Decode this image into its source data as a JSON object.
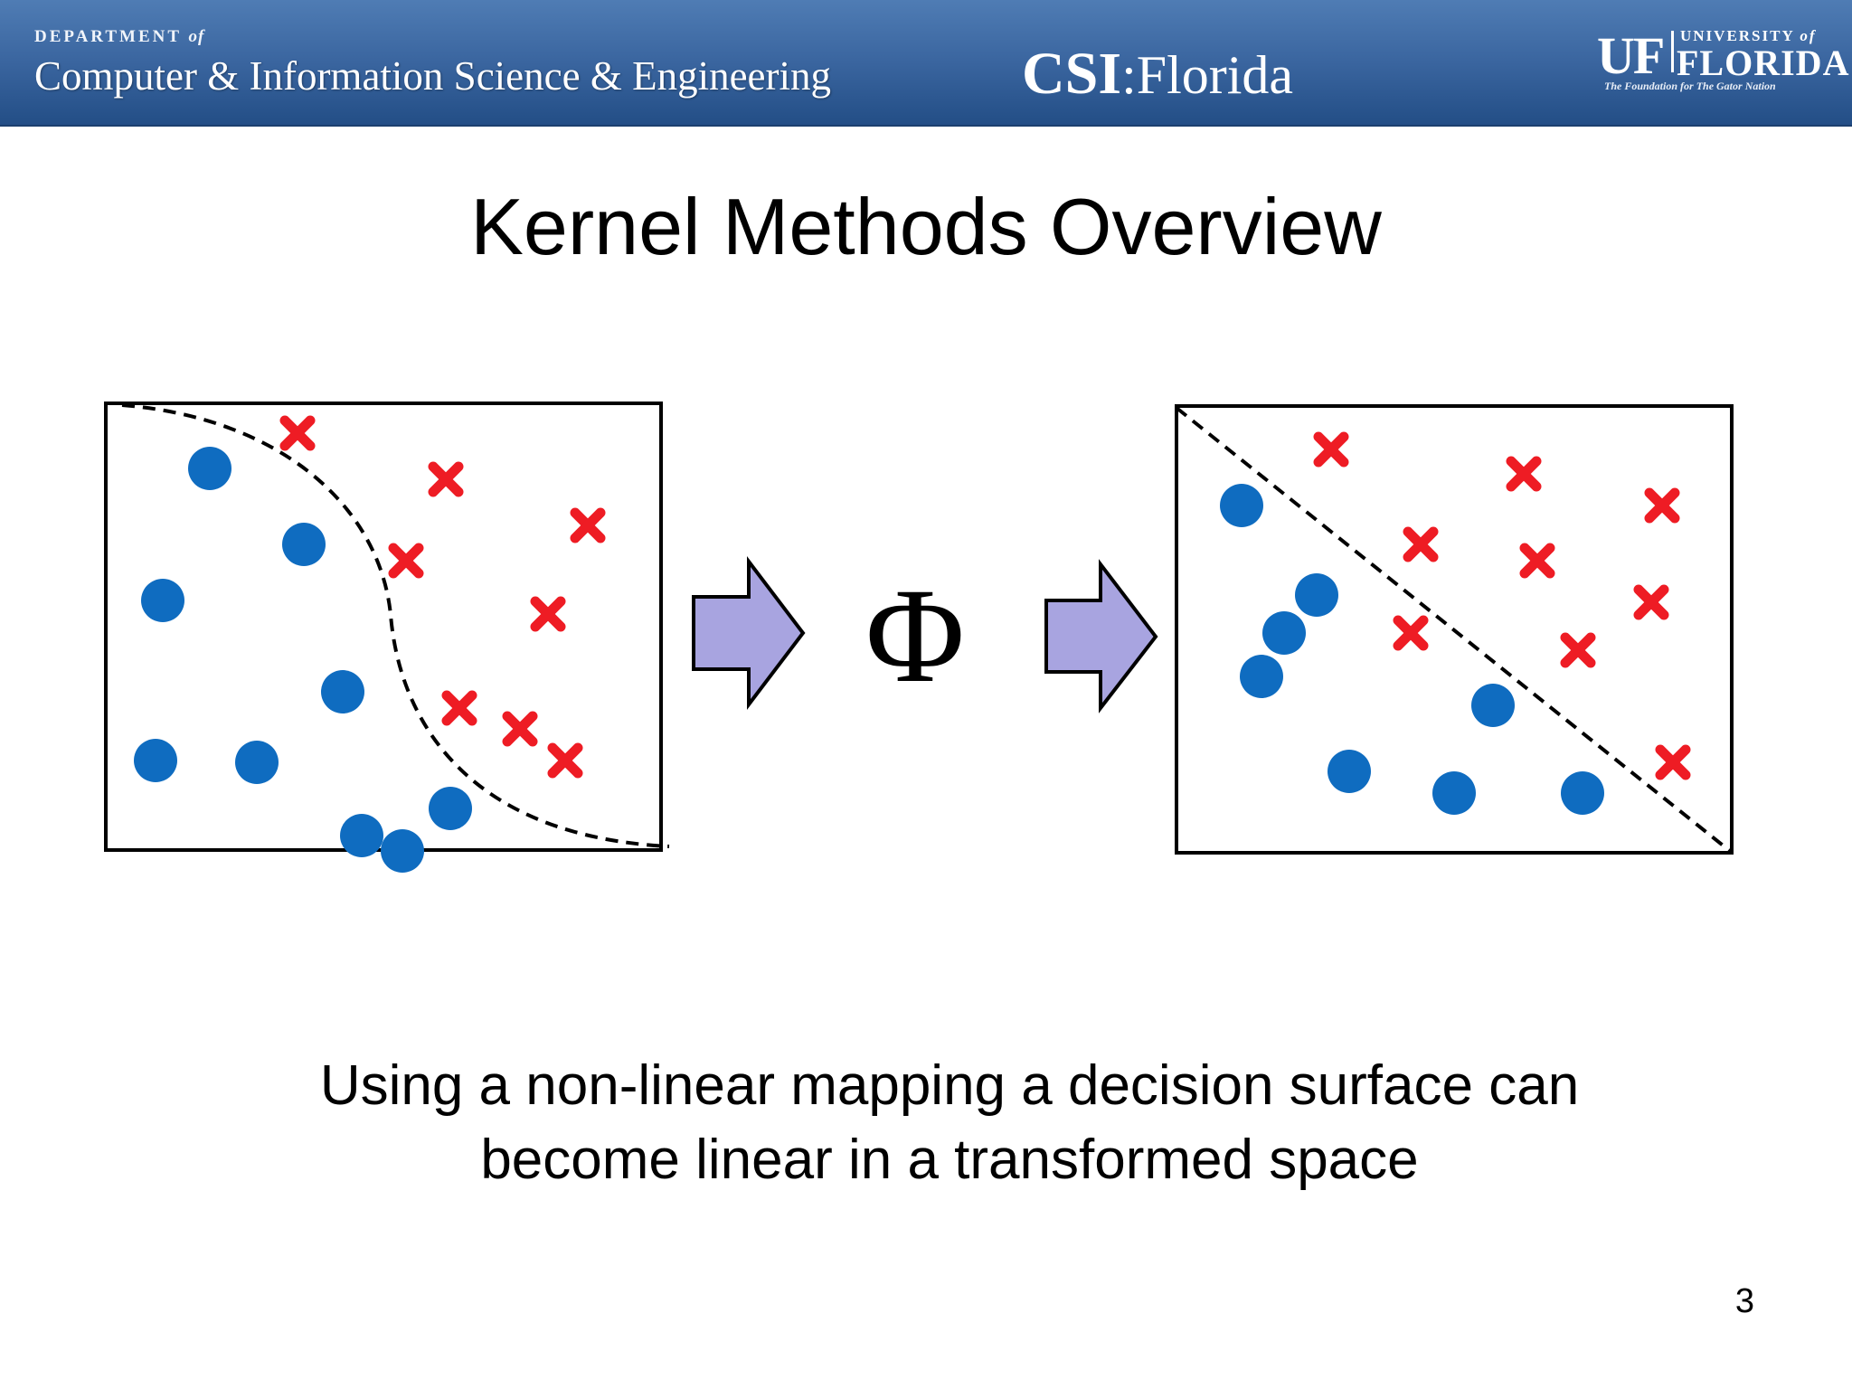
{
  "header": {
    "department_small": "DEPARTMENT",
    "department_of": "of",
    "department_name": "Computer & Information Science & Engineering",
    "csi_bold": "CSI",
    "csi_rest": ":Florida",
    "uf_logo": {
      "uf": "UF",
      "university": "UNIVERSITY",
      "university_of": "of",
      "florida": "FLORIDA",
      "tagline": "The Foundation for The Gator Nation"
    }
  },
  "title": "Kernel Methods Overview",
  "diagram": {
    "mapping_symbol": "Φ",
    "colors": {
      "circle": "#0f6cc0",
      "cross": "#ee1c24",
      "arrow_fill": "#a8a4e0",
      "boundary": "#000000"
    },
    "input_space": {
      "blue_circle_count": 9,
      "red_cross_count": 8,
      "boundary": "curved dashed line"
    },
    "feature_space": {
      "blue_circle_count": 8,
      "red_cross_count": 9,
      "boundary": "straight dashed diagonal line"
    }
  },
  "caption": {
    "line1": "Using a non-linear mapping a decision surface can",
    "line2": "become linear in a transformed space"
  },
  "page_number": "3"
}
